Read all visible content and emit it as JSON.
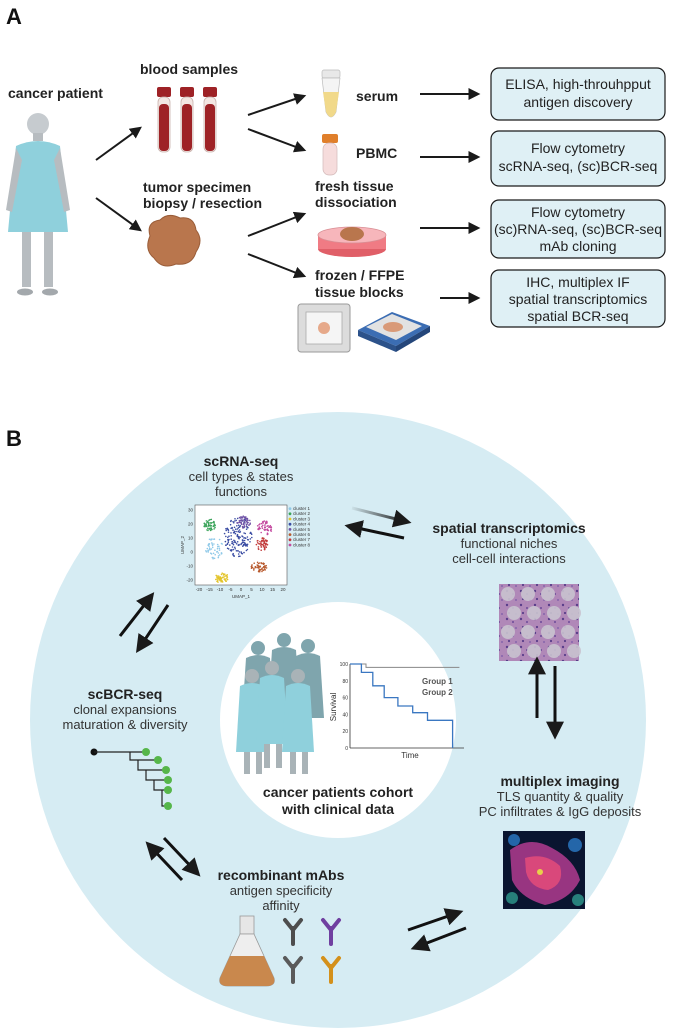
{
  "colors": {
    "box_fill": "#dff0f5",
    "outer_ring": "#d6ecf3",
    "gown": "#8fd0dc",
    "blood": "#9e2226",
    "tumor": "#b9764d",
    "accent_green": "#56b64a",
    "km_blue": "#3a77c1"
  },
  "panel_a": {
    "panel_label": "A",
    "patient_label": "cancer patient",
    "blood_label": "blood samples",
    "tumor_label_1": "tumor specimen",
    "tumor_label_2": "biopsy / resection",
    "serum_label": "serum",
    "pbmc_label": "PBMC",
    "fresh_label_1": "fresh tissue",
    "fresh_label_2": "dissociation",
    "frozen_label_1": "frozen / FFPE",
    "frozen_label_2": "tissue blocks",
    "boxes": [
      {
        "lines": [
          "ELISA, high-throuhpput",
          "antigen discovery"
        ]
      },
      {
        "lines": [
          "Flow cytometry",
          "scRNA-seq, (sc)BCR-seq"
        ]
      },
      {
        "lines": [
          "Flow cytometry",
          "(sc)RNA-seq, (sc)BCR-seq",
          "mAb cloning"
        ]
      },
      {
        "lines": [
          "IHC, multiplex IF",
          "spatial transcriptomics",
          "spatial BCR-seq"
        ]
      }
    ]
  },
  "panel_b": {
    "panel_label": "B",
    "scrna": {
      "title": "scRNA-seq",
      "lines": [
        "cell types & states",
        "functions"
      ]
    },
    "spatial": {
      "title": "spatial transcriptomics",
      "lines": [
        "functional niches",
        "cell-cell interactions"
      ]
    },
    "scbcr": {
      "title": "scBCR-seq",
      "lines": [
        "clonal expansions",
        "maturation & diversity"
      ]
    },
    "multiplex": {
      "title": "multiplex imaging",
      "lines": [
        "TLS quantity & quality",
        "PC infiltrates & IgG deposits"
      ]
    },
    "mabs": {
      "title": "recombinant mAbs",
      "lines": [
        "antigen specificity",
        "affinity"
      ]
    },
    "cohort": {
      "lines": [
        "cancer patients cohort",
        "with clinical data"
      ]
    },
    "umap": {
      "xlabel": "UMAP_1",
      "ylabel": "UMAP_2",
      "xticks": [
        "-20",
        "-15",
        "-10",
        "-5",
        "0",
        "5",
        "10",
        "15",
        "20"
      ],
      "yticks": [
        "30",
        "20",
        "10",
        "0",
        "-10",
        "-20"
      ],
      "legend": [
        "cluster 1",
        "cluster 2",
        "cluster 3",
        "cluster 4",
        "cluster 5",
        "cluster 6",
        "cluster 7",
        "cluster 8"
      ],
      "cluster_colors": [
        "#8fc9e8",
        "#3aa35a",
        "#e3c42a",
        "#3b4da3",
        "#6f52a6",
        "#b85a2e",
        "#c23b3b",
        "#c44aa0"
      ]
    },
    "km": {
      "ylabel": "Survival",
      "xlabel": "Time",
      "yticks": [
        "100",
        "80",
        "60",
        "40",
        "20",
        "0"
      ],
      "legend": [
        "Group 1",
        "Group 2"
      ]
    }
  }
}
